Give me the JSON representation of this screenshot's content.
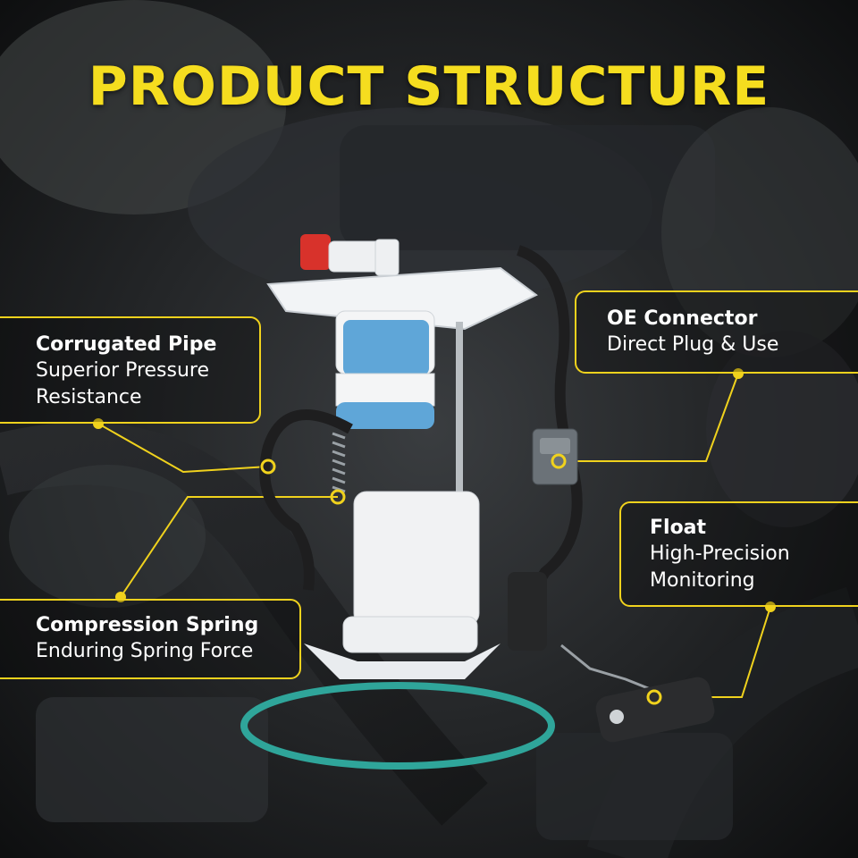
{
  "title": "PRODUCT STRUCTURE",
  "accent_color": "#f5dd1f",
  "callouts": {
    "pipe": {
      "name": "Corrugated Pipe",
      "desc_line1": "Superior Pressure",
      "desc_line2": "Resistance"
    },
    "spring": {
      "name": "Compression Spring",
      "desc_line1": "Enduring Spring Force"
    },
    "connector": {
      "name": "OE Connector",
      "desc_line1": "Direct Plug & Use"
    },
    "float": {
      "name": "Float",
      "desc_line1": "High-Precision",
      "desc_line2": "Monitoring"
    }
  }
}
